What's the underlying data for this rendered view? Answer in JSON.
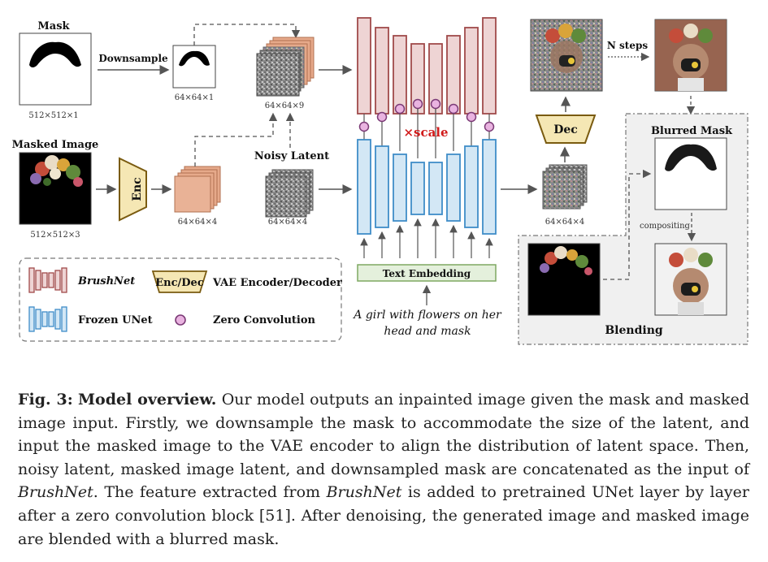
{
  "figure": {
    "mask_label": "Mask",
    "mask_size": "512×512×1",
    "downsample_label": "Downsample",
    "small_mask_size": "64×64×1",
    "concat_size": "64×64×9",
    "masked_image_label": "Masked Image",
    "masked_image_size": "512×512×3",
    "enc_label": "Enc",
    "latent_size": "64×64×4",
    "noisy_latent_label": "Noisy Latent",
    "noisy_latent_size": "64×64×4",
    "scale_label": "×scale",
    "text_embedding_label": "Text Embedding",
    "prompt_text_line1": "A girl with flowers on her",
    "prompt_text_line2": "head and mask",
    "output_latent_size": "64×64×4",
    "dec_label": "Dec",
    "n_steps_label": "N steps",
    "blurred_mask_label": "Blurred Mask",
    "compositing_label": "compositing",
    "blending_label": "Blending",
    "legend": {
      "brushnet": "BrushNet",
      "encdec_box": "Enc/Dec",
      "vae": "VAE Encoder/Decoder",
      "frozen_unet": "Frozen UNet",
      "zero_conv": "Zero Convolution"
    }
  },
  "caption": {
    "label": "Fig. 3:",
    "title": "Model overview.",
    "t1": " Our model outputs an inpainted image given the mask and masked image input. Firstly, we downsample the mask to accommodate the size of the latent, and input the masked image to the VAE encoder to align the distribution of latent space. Then, noisy latent, masked image latent, and downsampled mask are concatenated as the input of ",
    "brushnet1": "BrushNet",
    "t2": ". The feature extracted from ",
    "brushnet2": "BrushNet",
    "t3": " is added to pretrained UNet layer by layer after a zero convolution block [51]. After denoising, the generated image and masked image are blended with a blurred mask."
  },
  "colors": {
    "brushnet_fill": "#eed4d4",
    "brushnet_stroke": "#a04a4a",
    "unet_fill": "#d3e7f5",
    "unet_stroke": "#3f8dc8",
    "zero_conv_fill": "#e9b3e0",
    "zero_conv_stroke": "#7b3a76",
    "enc_fill": "#f5e7b4",
    "enc_stroke": "#7a5b10",
    "text_embedding_fill": "#e4f0dc",
    "text_embedding_stroke": "#7ea862",
    "scale_color": "#d11b1b",
    "blending_bg": "#f0f0f0"
  }
}
